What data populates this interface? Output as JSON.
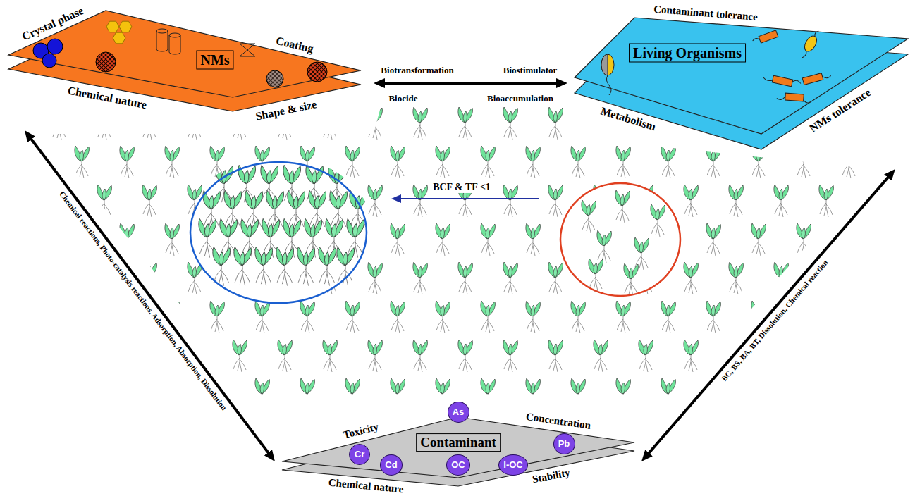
{
  "diagram": {
    "nodes": [
      {
        "text": [
          "NMs",
          "Crystal phase",
          "Coating",
          "Chemical nature",
          "Shape & size"
        ]
      },
      {
        "text": [
          "Living Organisms",
          "Contaminant tolerance",
          "Metabolism",
          "NMs tolerance"
        ]
      },
      {
        "text": [
          "Contaminant",
          "Toxicity",
          "Concentration",
          "Chemical nature",
          "Stability"
        ]
      },
      {
        "text": [
          "As"
        ],
        "in": 2
      },
      {
        "text": [
          "Cr"
        ],
        "in": 2
      },
      {
        "text": [
          "Pb"
        ],
        "in": 2
      },
      {
        "text": [
          "Cd"
        ],
        "in": 2
      },
      {
        "text": [
          "OC"
        ],
        "in": 2
      },
      {
        "text": [
          "I-OC"
        ],
        "in": 2
      }
    ],
    "edges": [
      {
        "from": 0,
        "to": 1,
        "arrow": "both"
      },
      {
        "from": 0,
        "to": 2,
        "label": "Chemical reactions, Photo-catalysis reactions, Adsorption, Absorption, Dissolution",
        "arrow": "both"
      },
      {
        "from": 1,
        "to": 2,
        "label": "BC, BS, BA, BT, Dissolution, Chemical reaction",
        "arrow": "both"
      }
    ],
    "labels": [
      "Biotransformation",
      "Biostimulator",
      "Biocide",
      "Bioaccumulation",
      "BCF & TF <1"
    ]
  }
}
